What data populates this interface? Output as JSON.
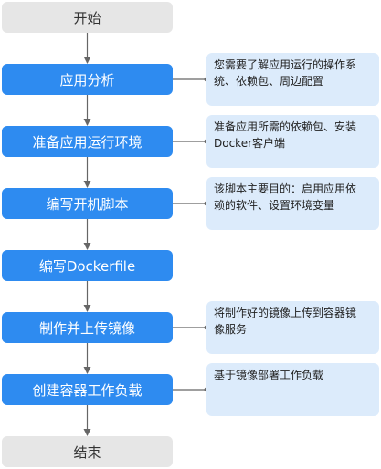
{
  "flowchart": {
    "start_label": "开始",
    "end_label": "结束",
    "steps": [
      {
        "label": "应用分析",
        "note_lines": [
          "您需要了解应用运行的操作系",
          "统、依赖包、周边配置"
        ]
      },
      {
        "label": "准备应用运行环境",
        "note_lines": [
          "准备应用所需的依赖包、安装",
          "Docker客户端"
        ]
      },
      {
        "label": "编写开机脚本",
        "note_lines": [
          "该脚本主要目的：启用应用依",
          "赖的软件、设置环境变量"
        ]
      },
      {
        "label": "编写Dockerfile",
        "note_lines": []
      },
      {
        "label": "制作并上传镜像",
        "note_lines": [
          "将制作好的镜像上传到容器镜",
          "像服务"
        ]
      },
      {
        "label": "创建容器工作负载",
        "note_lines": [
          "基于镜像部署工作负载"
        ]
      }
    ]
  },
  "colors": {
    "step_fill": "#2e8bf0",
    "terminal_fill": "#e6e6e6",
    "note_fill": "#dcebfb",
    "connector": "#666666"
  }
}
